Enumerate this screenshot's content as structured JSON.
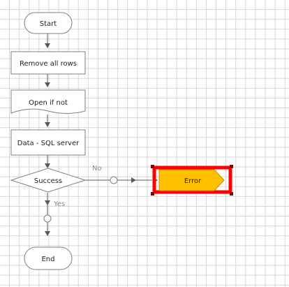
{
  "nodes": {
    "start": "Start",
    "remove_all_rows": "Remove all rows",
    "open_if_not": "Open if not",
    "data_sql_server": "Data - SQL server",
    "success": "Success",
    "error": "Error",
    "end": "End"
  },
  "edges": {
    "no_label": "No",
    "yes_label": "Yes"
  },
  "colors": {
    "grid": "#d6d6d6",
    "node_stroke": "#7f7f7f",
    "connector": "#595959",
    "error_fill": "#ffc000",
    "selection": "#ff0000",
    "handle": "#8b0000"
  },
  "icons": [
    "arrow-head-icon",
    "connector-circle-icon",
    "resize-handle-icon"
  ]
}
